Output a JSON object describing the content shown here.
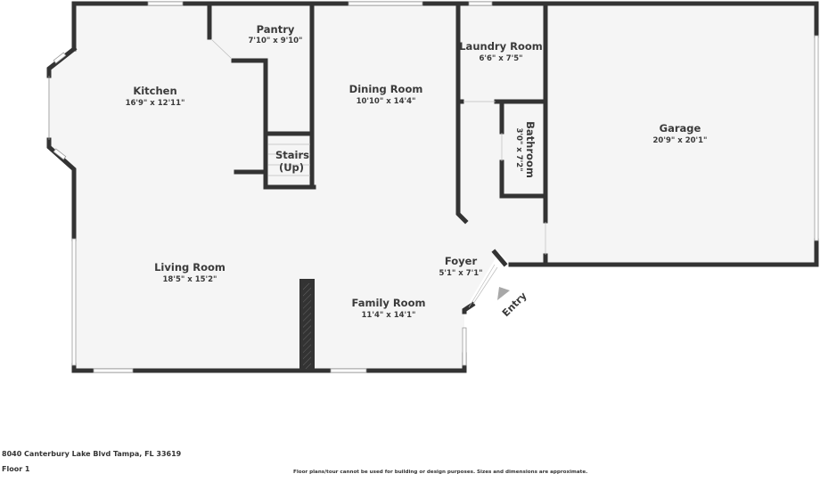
{
  "plan": {
    "rooms": [
      {
        "id": "kitchen",
        "name": "Kitchen",
        "dimensions": "16'9\" x 12'11\""
      },
      {
        "id": "pantry",
        "name": "Pantry",
        "dimensions": "7'10\" x 9'10\""
      },
      {
        "id": "stairs",
        "name": "Stairs",
        "note": "(Up)"
      },
      {
        "id": "dining-room",
        "name": "Dining Room",
        "dimensions": "10'10\" x 14'4\""
      },
      {
        "id": "laundry-room",
        "name": "Laundry Room",
        "dimensions": "6'6\" x 7'5\""
      },
      {
        "id": "bathroom",
        "name": "Bathroom",
        "dimensions": "3'0\" x 7'2\""
      },
      {
        "id": "garage",
        "name": "Garage",
        "dimensions": "20'9\" x 20'1\""
      },
      {
        "id": "living-room",
        "name": "Living Room",
        "dimensions": "18'5\" x 15'2\""
      },
      {
        "id": "foyer",
        "name": "Foyer",
        "dimensions": "5'1\" x 7'1\""
      },
      {
        "id": "family-room",
        "name": "Family Room",
        "dimensions": "11'4\" x 14'1\""
      }
    ],
    "entry_label": "Entry",
    "colors": {
      "wall": "#333333",
      "floor": "#f5f5f5",
      "entry_arrow": "#a8a8a8"
    }
  },
  "footer": {
    "address": "8040 Canterbury Lake Blvd Tampa, FL 33619",
    "floor": "Floor 1",
    "disclaimer": "Floor plans/tour cannot be used for building or design purposes. Sizes and dimensions are approximate."
  }
}
